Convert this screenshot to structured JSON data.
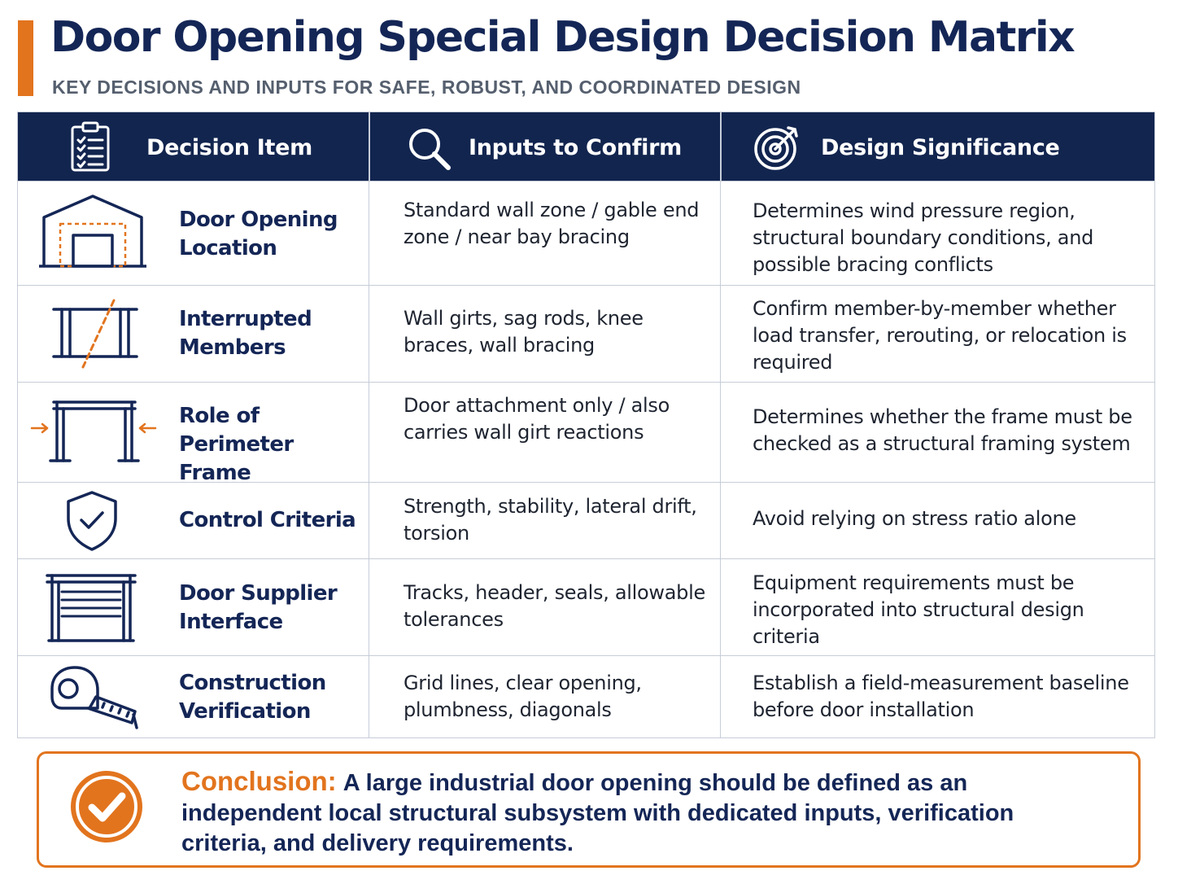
{
  "header": {
    "title": "Door Opening Special Design Decision Matrix",
    "subtitle": "KEY DECISIONS AND INPUTS FOR SAFE, ROBUST, AND COORDINATED DESIGN"
  },
  "colors": {
    "navy": "#12254f",
    "orange": "#e2741e",
    "border": "#c6cdd8"
  },
  "table": {
    "columns": [
      {
        "label": "Decision Item",
        "icon": "clipboard-checklist-icon"
      },
      {
        "label": "Inputs to Confirm",
        "icon": "magnifier-icon"
      },
      {
        "label": "Design Significance",
        "icon": "target-arrow-icon"
      }
    ],
    "rows": [
      {
        "icon": "building-door-location-icon",
        "item": "Door Opening Location",
        "inputs": "Standard wall zone / gable end zone / near bay bracing",
        "significance": "Determines wind pressure region, structural boundary conditions, and possible bracing conflicts"
      },
      {
        "icon": "interrupted-beam-icon",
        "item": "Interrupted Members",
        "inputs": "Wall girts, sag rods, knee braces, wall bracing",
        "significance": "Confirm member-by-member whether load transfer, rerouting, or relocation is required"
      },
      {
        "icon": "perimeter-frame-icon",
        "item": "Role of Perimeter Frame",
        "inputs": "Door attachment only / also carries wall girt reactions",
        "significance": "Determines whether the frame must be checked as a structural framing system"
      },
      {
        "icon": "shield-check-icon",
        "item": "Control Criteria",
        "inputs": "Strength, stability, lateral drift, torsion",
        "significance": "Avoid relying on stress ratio alone"
      },
      {
        "icon": "rollup-door-icon",
        "item": "Door Supplier Interface",
        "inputs": "Tracks, header, seals, allowable tolerances",
        "significance": "Equipment requirements must be incorporated into structural design criteria"
      },
      {
        "icon": "tape-measure-icon",
        "item": "Construction Verification",
        "inputs": "Grid lines, clear opening, plumbness, diagonals",
        "significance": "Establish a field-measurement baseline before door installation"
      }
    ]
  },
  "conclusion": {
    "icon": "check-circle-icon",
    "label": "Conclusion:",
    "text": "A large industrial door opening should be defined as an independent local structural subsystem with dedicated inputs, verification criteria, and delivery requirements."
  }
}
